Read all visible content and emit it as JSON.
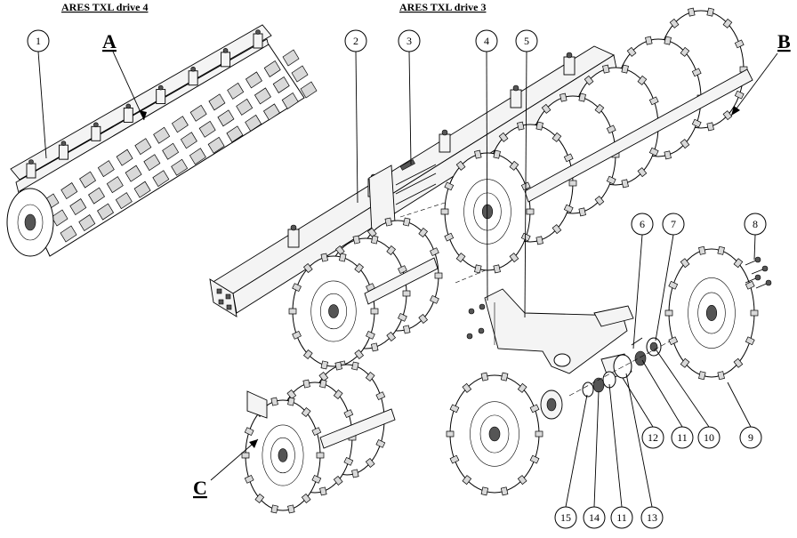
{
  "titles": {
    "left": "ARES TXL drive 4",
    "right": "ARES TXL drive 3"
  },
  "letters": {
    "A": "A",
    "B": "B",
    "C": "C"
  },
  "callouts": [
    "1",
    "2",
    "3",
    "4",
    "5",
    "6",
    "7",
    "8",
    "9",
    "10",
    "11",
    "12",
    "11",
    "13",
    "14",
    "15"
  ]
}
